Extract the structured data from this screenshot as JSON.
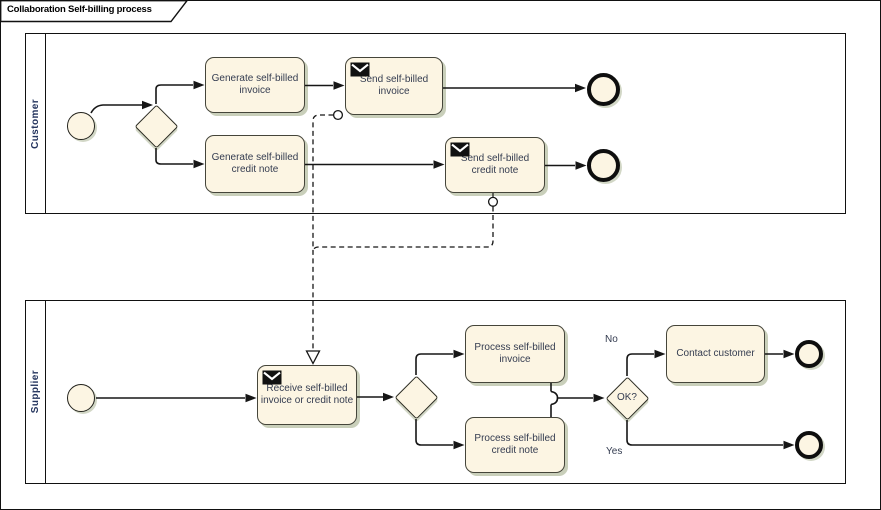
{
  "frame": {
    "title": "Collaboration Self-billing process"
  },
  "pools": [
    {
      "label": "Customer"
    },
    {
      "label": "Supplier"
    }
  ],
  "nodes": {
    "gen_invoice": {
      "label": "Generate self-billed invoice",
      "type": "task"
    },
    "gen_credit": {
      "label": "Generate self-billed credit note",
      "type": "task"
    },
    "send_invoice": {
      "label": "Send self-billed invoice",
      "type": "send-task",
      "icon": "message-envelope-icon"
    },
    "send_credit": {
      "label": "Send self-billed credit note",
      "type": "send-task",
      "icon": "message-envelope-icon"
    },
    "receive": {
      "label": "Receive self-billed invoice or credit note",
      "type": "receive-task",
      "icon": "message-envelope-icon"
    },
    "proc_invoice": {
      "label": "Process self-billed invoice",
      "type": "task"
    },
    "proc_credit": {
      "label": "Process self-billed credit note",
      "type": "task"
    },
    "contact": {
      "label": "Contact customer",
      "type": "task"
    },
    "gw_ok": {
      "label": "OK?",
      "type": "exclusive-gateway"
    }
  },
  "edges": {
    "no_label": "No",
    "yes_label": "Yes"
  },
  "colors": {
    "shape_fill": "#fcf5e3",
    "shape_shadow": "#c9cfba",
    "lane_text": "#25355e",
    "line": "#161616",
    "background": "#ffffff"
  }
}
